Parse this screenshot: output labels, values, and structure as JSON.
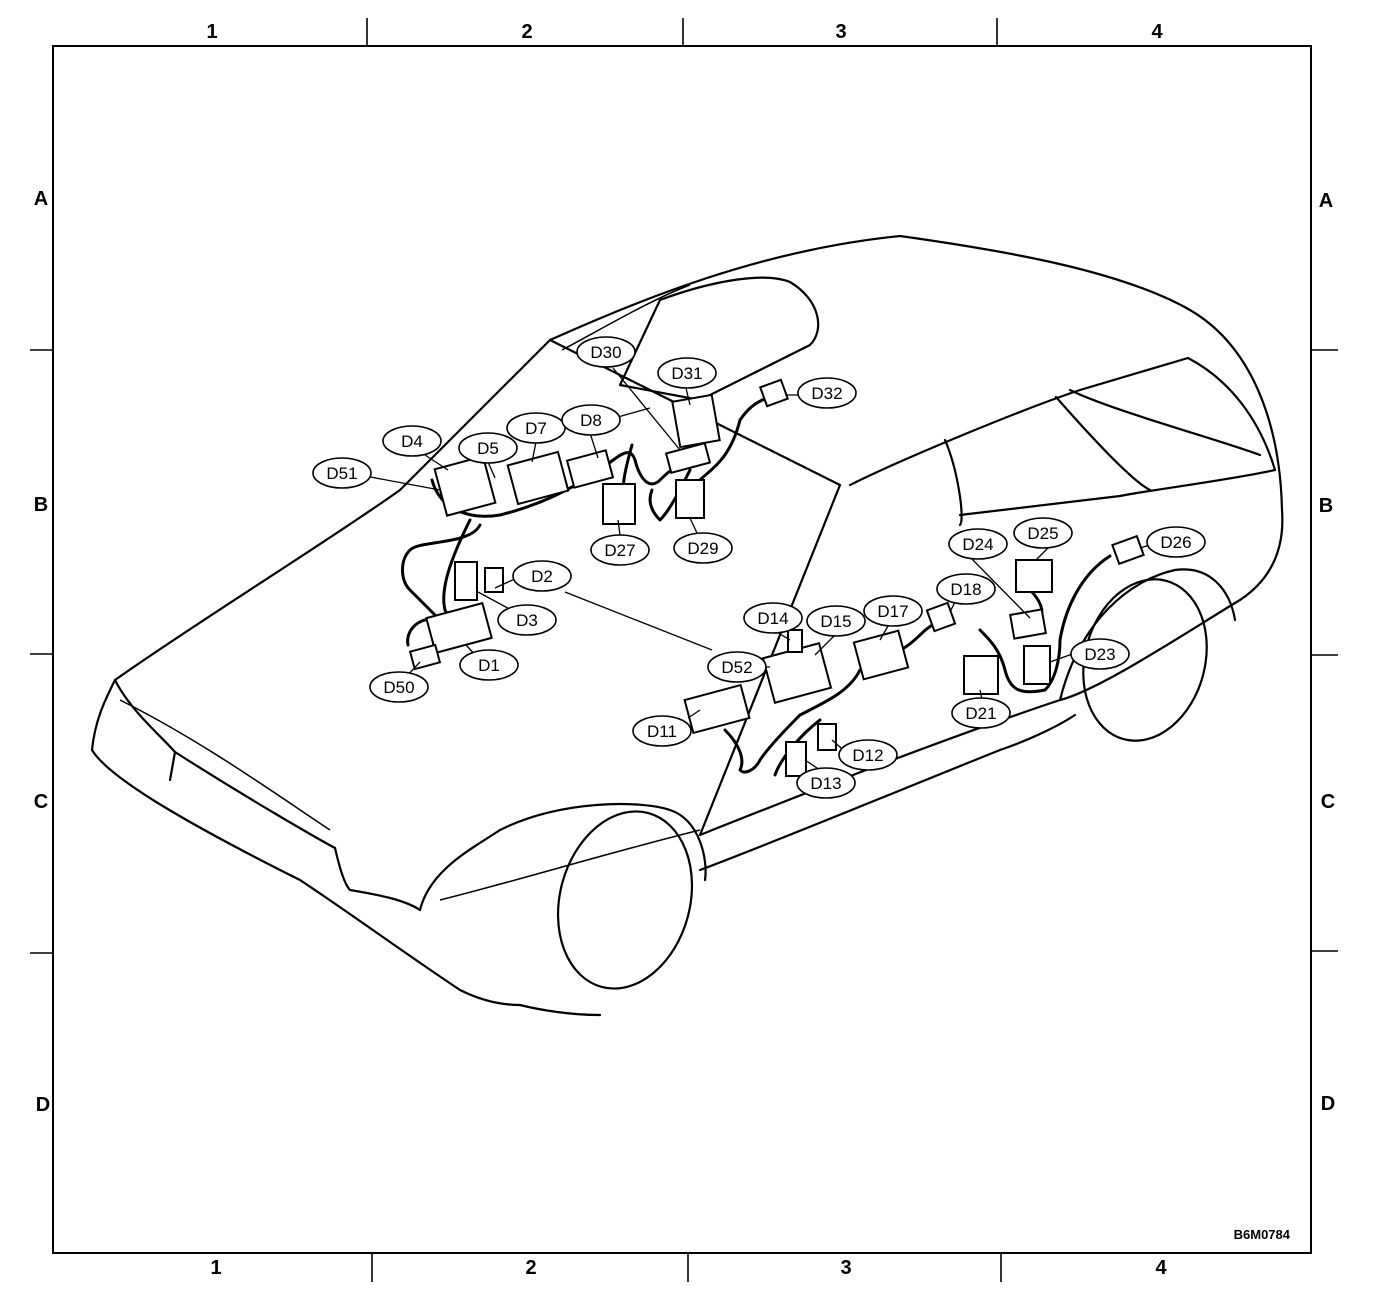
{
  "grid": {
    "columns": [
      "1",
      "2",
      "3",
      "4"
    ],
    "rows": [
      "A",
      "B",
      "C",
      "D"
    ]
  },
  "figure_code": "B6M0784",
  "callouts": {
    "D1": "D1",
    "D2": "D2",
    "D3": "D3",
    "D4": "D4",
    "D5": "D5",
    "D7": "D7",
    "D8": "D8",
    "D11": "D11",
    "D12": "D12",
    "D13": "D13",
    "D14": "D14",
    "D15": "D15",
    "D17": "D17",
    "D18": "D18",
    "D21": "D21",
    "D23": "D23",
    "D24": "D24",
    "D25": "D25",
    "D26": "D26",
    "D27": "D27",
    "D29": "D29",
    "D30": "D30",
    "D31": "D31",
    "D32": "D32",
    "D50": "D50",
    "D51": "D51",
    "D52": "D52"
  }
}
